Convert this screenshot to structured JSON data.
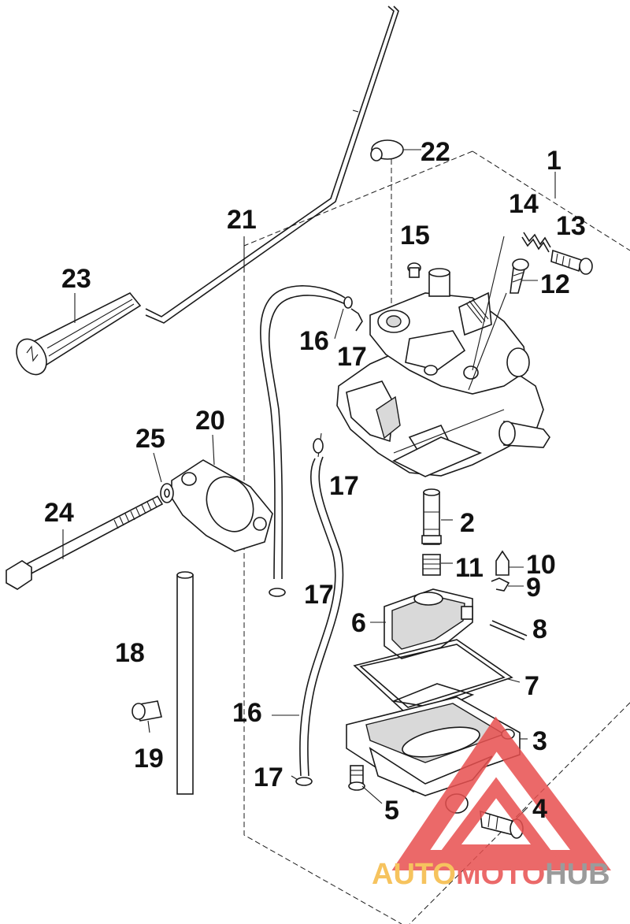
{
  "labels": {
    "p1": "1",
    "p2": "2",
    "p3": "3",
    "p4": "4",
    "p5": "5",
    "p6": "6",
    "p7": "7",
    "p8": "8",
    "p9": "9",
    "p10": "10",
    "p11": "11",
    "p12": "12",
    "p13": "13",
    "p14": "14",
    "p15": "15",
    "p16a": "16",
    "p16b": "16",
    "p17a": "17",
    "p17b": "17",
    "p17c": "17",
    "p17d": "17",
    "p18": "18",
    "p19": "19",
    "p20": "20",
    "p21": "21",
    "p22": "22",
    "p23": "23",
    "p24": "24",
    "p25": "25"
  },
  "watermark": {
    "auto": "AUTO",
    "moto": "MOTO",
    "hub": "HUB",
    "colors": {
      "auto": "#f5b942",
      "moto": "#e8504f",
      "hub": "#8a8a8a",
      "triangle": "#e8504f"
    }
  }
}
